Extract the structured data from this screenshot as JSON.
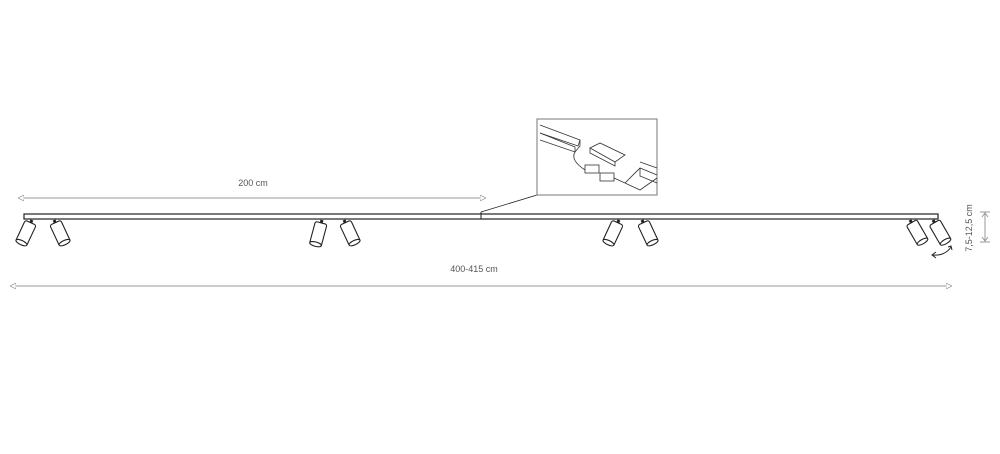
{
  "dimensions": {
    "half_length": "200 cm",
    "total_length": "400-415 cm",
    "height": "7,5-12,5 cm"
  },
  "colors": {
    "line": "#222222",
    "dim": "#999999",
    "text": "#555555"
  },
  "spotlight_count": 8
}
